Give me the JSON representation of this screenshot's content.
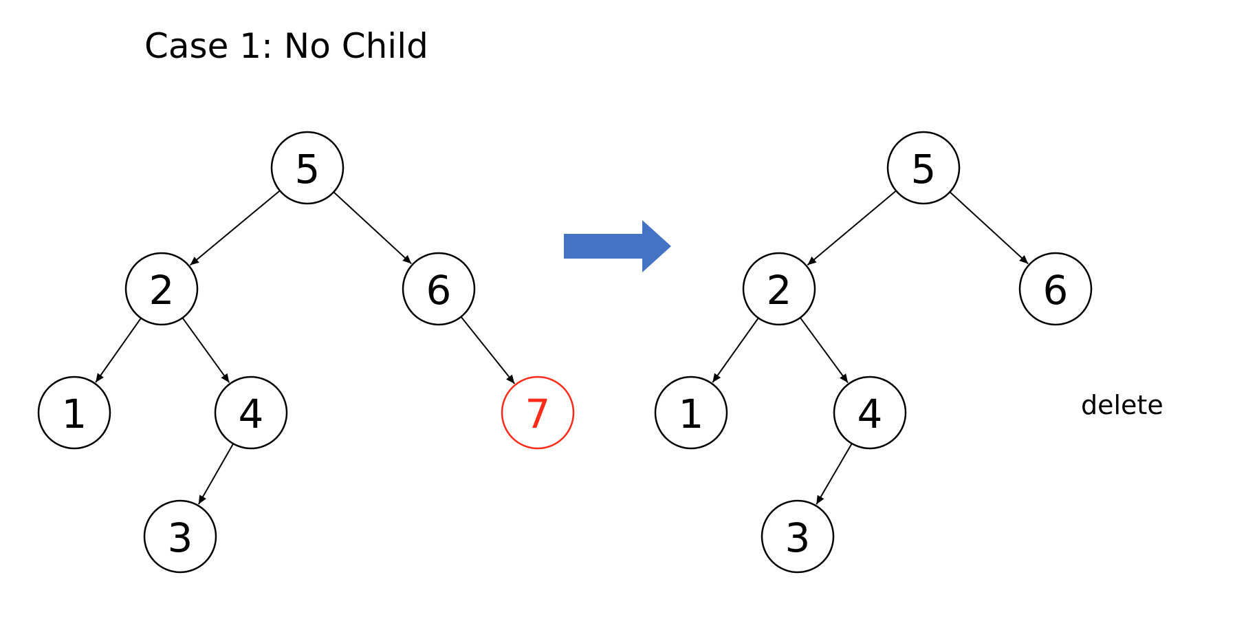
{
  "title": "Case 1: No Child",
  "note": "delete",
  "colors": {
    "node_stroke": "#000000",
    "highlight": "#ff2a1a",
    "arrow": "#4472c4"
  },
  "transition_arrow": {
    "icon": "right-arrow-icon"
  },
  "trees": {
    "before": {
      "nodes": [
        {
          "id": "5",
          "label": "5"
        },
        {
          "id": "2",
          "label": "2"
        },
        {
          "id": "6",
          "label": "6"
        },
        {
          "id": "1",
          "label": "1"
        },
        {
          "id": "4",
          "label": "4"
        },
        {
          "id": "7",
          "label": "7",
          "highlight": true
        },
        {
          "id": "3",
          "label": "3"
        }
      ],
      "edges": [
        [
          "5",
          "2"
        ],
        [
          "5",
          "6"
        ],
        [
          "2",
          "1"
        ],
        [
          "2",
          "4"
        ],
        [
          "6",
          "7"
        ],
        [
          "4",
          "3"
        ]
      ]
    },
    "after": {
      "nodes": [
        {
          "id": "5",
          "label": "5"
        },
        {
          "id": "2",
          "label": "2"
        },
        {
          "id": "6",
          "label": "6"
        },
        {
          "id": "1",
          "label": "1"
        },
        {
          "id": "4",
          "label": "4"
        },
        {
          "id": "3",
          "label": "3"
        }
      ],
      "edges": [
        [
          "5",
          "2"
        ],
        [
          "5",
          "6"
        ],
        [
          "2",
          "1"
        ],
        [
          "2",
          "4"
        ],
        [
          "4",
          "3"
        ]
      ]
    }
  }
}
